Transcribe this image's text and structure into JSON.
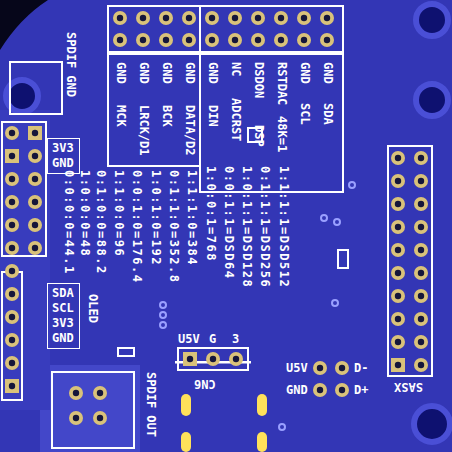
{
  "diagram": {
    "nodes": [
      {
        "text": [
          "3V3",
          "GND"
        ]
      },
      {
        "text": [
          "SDA",
          "SCL",
          "3V3",
          "GND"
        ]
      }
    ],
    "labels": [
      "SPDIF GND",
      "GND",
      "MCK",
      "GND",
      "LRCK/D1",
      "GND",
      "BCK",
      "GND",
      "DATA/D2",
      "GND",
      "DIN",
      "NC",
      "ADCRST",
      "DSDON",
      "DSP",
      "RSTDAC",
      "48K=1",
      "GND",
      "SCL",
      "GND",
      "SDA",
      "0:0:0:0=44.1",
      "1:0:0:0=48",
      "0:1:0:0=88.2",
      "1:1:0:0=96",
      "0:0:1:0=176.4",
      "1:0:1:0=192",
      "0:1:1:0=352.8",
      "1:1:1:0=384",
      "1:0:0:1=768",
      "0:0:1:1=DSD64",
      "1:0:1:1=DSD128",
      "0:1:1:1=DSD256",
      "1:1:1:1=DSD512",
      "OLED",
      "U5V",
      "G",
      "3",
      "CN6",
      "U5V",
      "GND",
      "D-",
      "D+",
      "SASX",
      "SPDIF OUT"
    ]
  }
}
